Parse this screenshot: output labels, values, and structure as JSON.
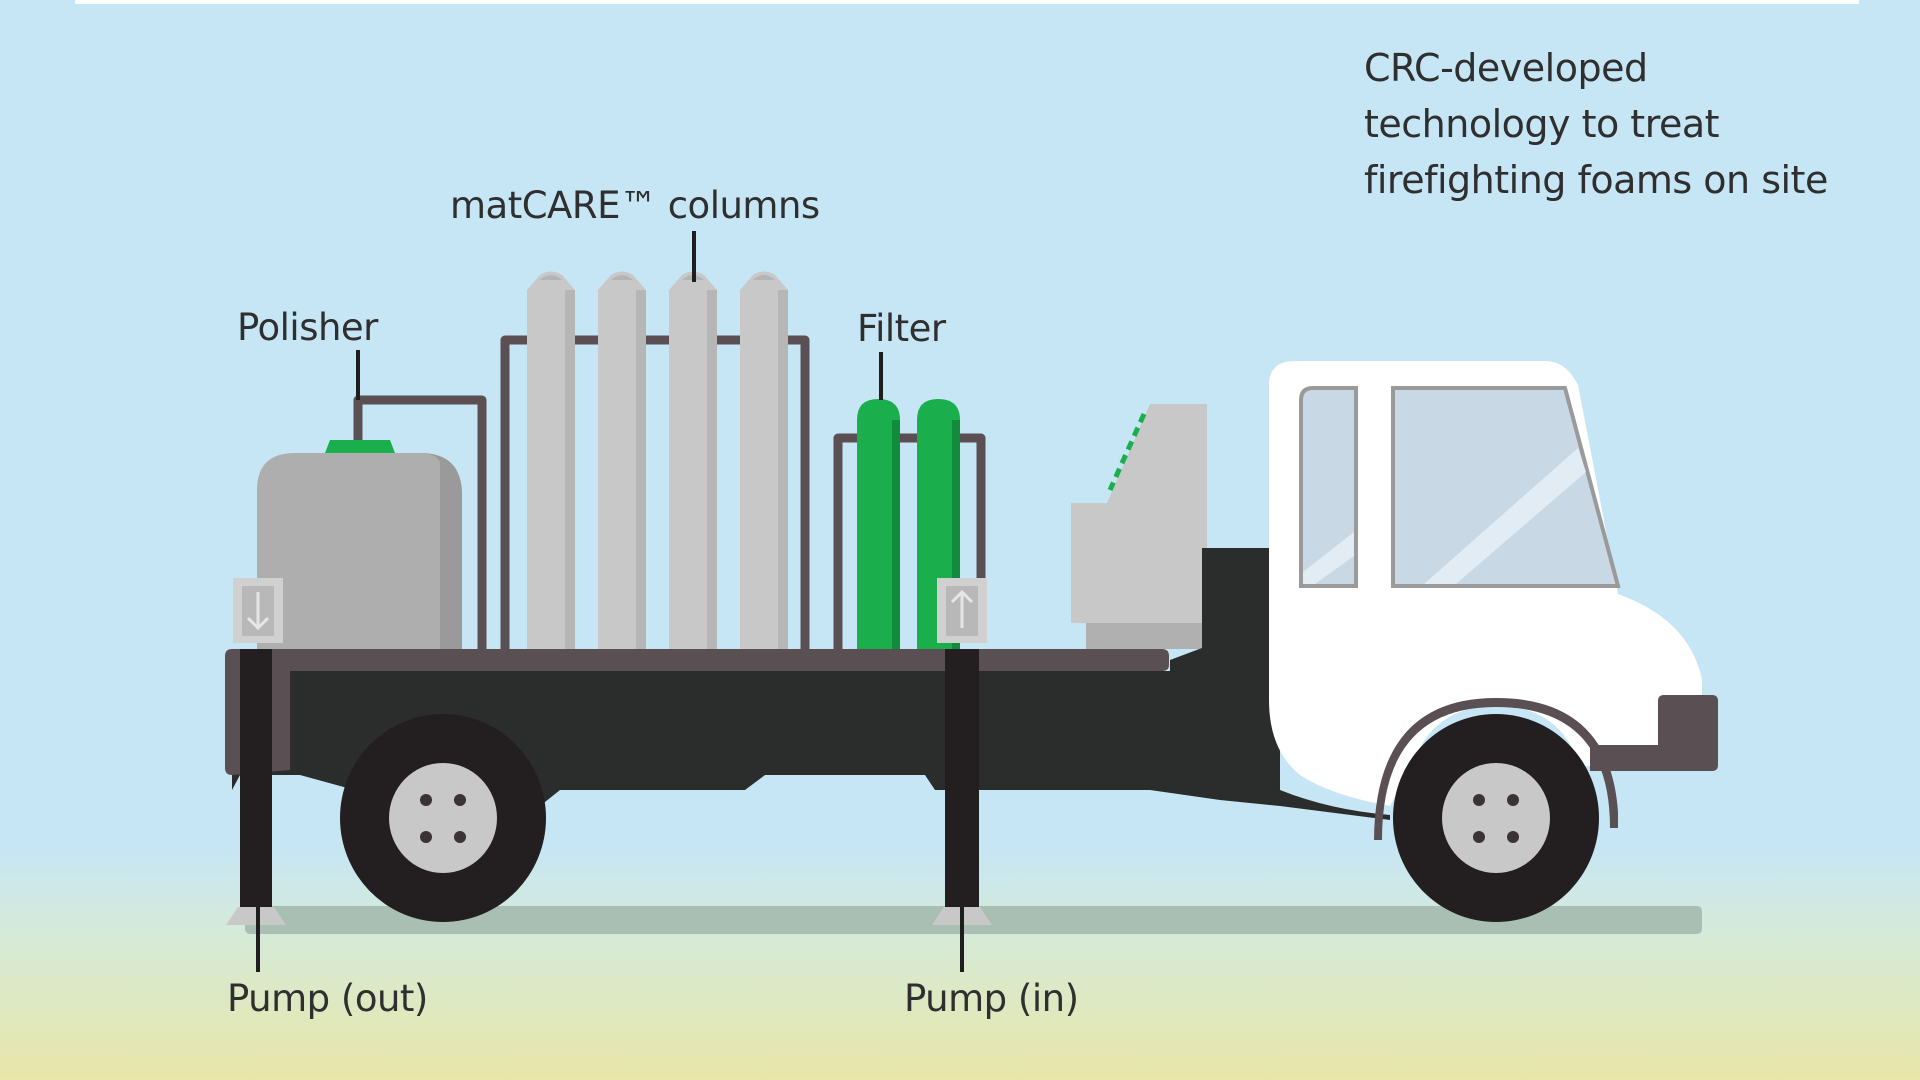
{
  "caption": {
    "lines": [
      "CRC-developed",
      "technology to treat",
      "firefighting foams on site"
    ]
  },
  "labels": {
    "columns": "matCARE™ columns",
    "polisher": "Polisher",
    "filter": "Filter",
    "pump_out": "Pump (out)",
    "pump_in": "Pump (in)"
  },
  "components": {
    "column_count": 4,
    "filter_count": 2,
    "pump_out_arrow": "arrow-down-icon",
    "pump_in_arrow": "arrow-up-icon"
  },
  "colors": {
    "sky": "#c6e6f6",
    "ground": "#e8e6a8",
    "chassis": "#2b2c2c",
    "deck": "#5a4f52",
    "column_grey": "#c8c8c8",
    "tank_grey": "#aeaeae",
    "filter_green": "#1aae4d",
    "cab_white": "#ffffff",
    "window": "#c8d8e4"
  }
}
